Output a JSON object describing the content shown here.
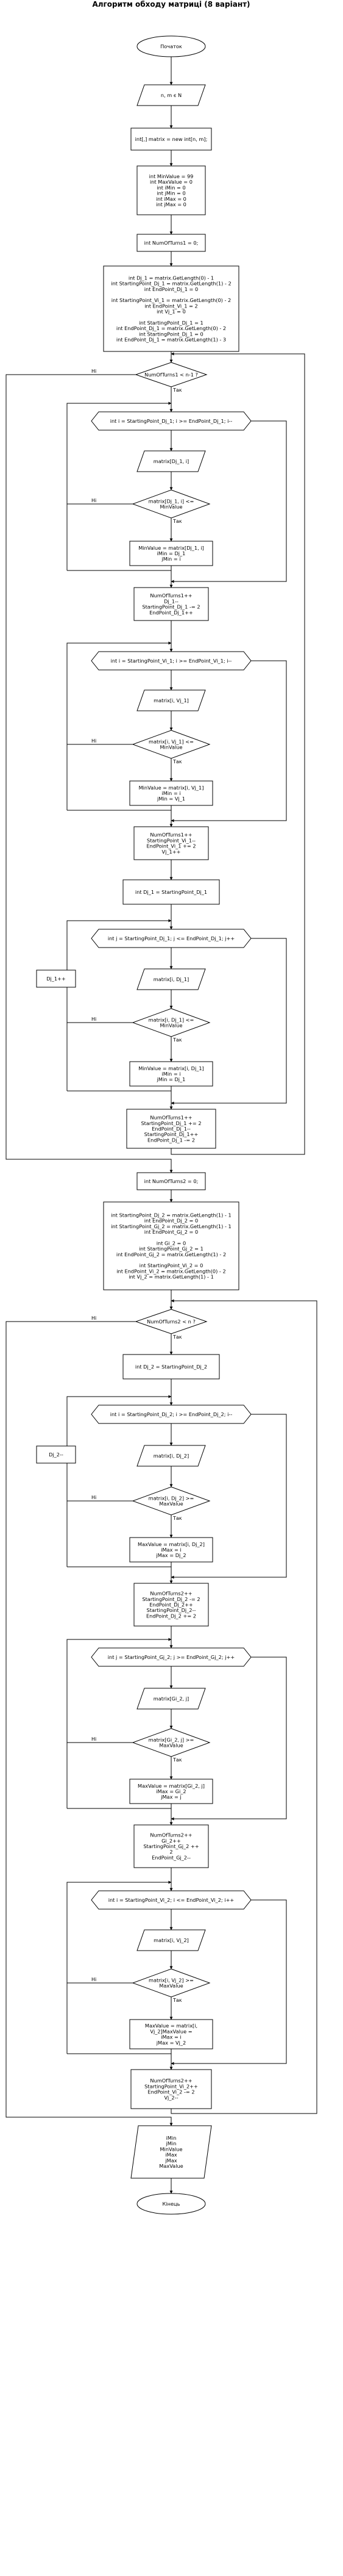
{
  "title": "Алгоритм обходу матриці (8 варіант)",
  "labels": {
    "yes": "Так",
    "no": "Ні"
  },
  "colors": {
    "line": "#000000",
    "fill": "#ffffff",
    "text": "#000000"
  },
  "nodes": [
    {
      "id": "start",
      "shape": "terminal",
      "lines": [
        "Початок"
      ]
    },
    {
      "id": "in_nm",
      "shape": "io",
      "lines": [
        "n, m є N"
      ]
    },
    {
      "id": "init_matrix",
      "shape": "process",
      "lines": [
        "int[,] matrix = new int[n, m];"
      ]
    },
    {
      "id": "init_min",
      "shape": "process",
      "lines": [
        "int MinValue = 99",
        "int MaxValue = 0",
        "int iMin = 0",
        "int jMin = 0",
        "int iMax = 0",
        "int jMax = 0"
      ]
    },
    {
      "id": "init_turns1",
      "shape": "process",
      "lines": [
        "int NumOfTurns1 = 0;"
      ]
    },
    {
      "id": "init_points1",
      "shape": "process",
      "lines": [
        "int Dj_1 = matrix.GetLength(0) - 1",
        "int StartingPoint_Dj_1 = matrix.GetLength(1) - 2",
        "int EndPoint_Dj_1 = 0",
        "",
        "int StartingPoint_Vi_1 = matrix.GetLength(0) - 2",
        "int EndPoint_Vi_1 = 2",
        "int Vj_1 = 0",
        "",
        "int StartingPoint_Dj_1 = 1",
        "int EndPoint_Dj_1 = matrix.GetLength(0) - 2",
        "int StartingPoint_Dj_1 = 0",
        "int EndPoint_Dj_1 = matrix.GetLength(1) - 3"
      ]
    },
    {
      "id": "cond_turns1",
      "shape": "decision",
      "lines": [
        "NumOfTurns1 < n-1 ?"
      ]
    },
    {
      "id": "loop1",
      "shape": "loop",
      "lines": [
        "int i = StartingPoint_Dj_1; i >= EndPoint_Dj_1; i--"
      ]
    },
    {
      "id": "io1",
      "shape": "io",
      "lines": [
        "matrix[Dj_1, i]"
      ]
    },
    {
      "id": "cmp1",
      "shape": "decision",
      "lines": [
        "matrix[Dj_1, i] <=",
        "MinValue"
      ]
    },
    {
      "id": "set1",
      "shape": "process",
      "lines": [
        "MinValue = matrix[Dj_1, i]",
        "iMin = Dj_1",
        "jMin = i"
      ]
    },
    {
      "id": "upd1",
      "shape": "process",
      "lines": [
        "NumOfTurns1++",
        "Dj_1--",
        "StartingPoint_Dj_1 -= 2",
        "EndPoint_Dj_1++"
      ]
    },
    {
      "id": "loop2",
      "shape": "loop",
      "lines": [
        "int i = StartingPoint_Vi_1; i >= EndPoint_Vi_1; i--"
      ]
    },
    {
      "id": "io2",
      "shape": "io",
      "lines": [
        "matrix[i, Vj_1]"
      ]
    },
    {
      "id": "cmp2",
      "shape": "decision",
      "lines": [
        "matrix[i, Vj_1] <=",
        "MinValue"
      ]
    },
    {
      "id": "set2",
      "shape": "process",
      "lines": [
        "MinValue = matrix[i, Vj_1]",
        "iMin = i",
        "jMin = Vj_1"
      ]
    },
    {
      "id": "upd2",
      "shape": "process",
      "lines": [
        "NumOfTurns1++",
        "StartingPoint_Vi_1--",
        "EndPoint_Vi_1 += 2",
        "Vj_1++"
      ]
    },
    {
      "id": "di_assign",
      "shape": "process",
      "lines": [
        "int Dj_1 = StartingPoint_Dj_1"
      ]
    },
    {
      "id": "loop3",
      "shape": "loop",
      "lines": [
        "int j = StartingPoint_Dj_1; j <= EndPoint_Dj_1; j++"
      ]
    },
    {
      "id": "side3",
      "shape": "process",
      "lines": [
        "Dj_1++"
      ]
    },
    {
      "id": "io3",
      "shape": "io",
      "lines": [
        "matrix[i, Dj_1]"
      ]
    },
    {
      "id": "cmp3",
      "shape": "decision",
      "lines": [
        "matrix[i, Dj_1] <=",
        "MinValue"
      ]
    },
    {
      "id": "set3",
      "shape": "process",
      "lines": [
        "MinValue = matrix[i, Dj_1]",
        "iMin = i",
        "jMin = Dj_1"
      ]
    },
    {
      "id": "upd3",
      "shape": "process",
      "lines": [
        "NumOfTurns1++",
        "StartingPoint_Dj_1 += 2",
        "EndPoint_Dj_1--",
        "StartingPoint_Dj_1++",
        "EndPoint_Dj_1 -= 2"
      ]
    },
    {
      "id": "init_turns2",
      "shape": "process",
      "lines": [
        "int NumOfTurns2 = 0;"
      ]
    },
    {
      "id": "init_points2",
      "shape": "process",
      "lines": [
        "int StartingPoint_Dj_2 = matrix.GetLength(1) - 1",
        "int EndPoint_Dj_2 = 0",
        "int StartingPoint_Gj_2 = matrix.GetLength(1) - 1",
        "int EndPoint_Gj_2 = 0",
        "",
        "int Gi_2 = 0",
        "int StartingPoint_Gj_2 = 1",
        "int EndPoint_Gj_2 = matrix.GetLength(1) - 2",
        "",
        "int StartingPoint_Vi_2 = 0",
        "int EndPoint_Vi_2 = matrix.GetLength(0) - 2",
        "int Vj_2 = matrix.GetLength(1) - 1"
      ]
    },
    {
      "id": "cond_turns2",
      "shape": "decision",
      "lines": [
        "NumOfTurns2 < n ?"
      ]
    },
    {
      "id": "dj2_assign",
      "shape": "process",
      "lines": [
        "int Dj_2 = StartingPoint_Dj_2"
      ]
    },
    {
      "id": "loop4",
      "shape": "loop",
      "lines": [
        "int i = StartingPoint_Dj_2; i >= EndPoint_Dj_2; i--"
      ]
    },
    {
      "id": "side4",
      "shape": "process",
      "lines": [
        "Dj_2--"
      ]
    },
    {
      "id": "io4",
      "shape": "io",
      "lines": [
        "matrix[i, Dj_2]"
      ]
    },
    {
      "id": "cmp4",
      "shape": "decision",
      "lines": [
        "matrix[i, Dj_2] >=",
        "MaxValue"
      ]
    },
    {
      "id": "set4",
      "shape": "process",
      "lines": [
        "MaxValue = matrix[i, Dj_2]",
        "iMax = i",
        "jMax = Dj_2"
      ]
    },
    {
      "id": "upd4",
      "shape": "process",
      "lines": [
        "NumOfTurns2++",
        "StartingPoint_Dj_2 -= 2",
        "EndPoint_Dj_2++",
        "StartingPoint_Dj_2--",
        "EndPoint_Dj_2 += 2"
      ]
    },
    {
      "id": "loop5",
      "shape": "loop",
      "lines": [
        "int j = StartingPoint_Gj_2; j >= EndPoint_Gj_2; j++"
      ]
    },
    {
      "id": "io5",
      "shape": "io",
      "lines": [
        "matrix[Gi_2, j]"
      ]
    },
    {
      "id": "cmp5",
      "shape": "decision",
      "lines": [
        "matrix[Gi_2, j] >=",
        "MaxValue"
      ]
    },
    {
      "id": "set5",
      "shape": "process",
      "lines": [
        "MaxValue = matrix[Gi_2, j]",
        "iMax = Gi_2",
        "jMax = j"
      ]
    },
    {
      "id": "upd5",
      "shape": "process",
      "lines": [
        "NumOfTurns2++",
        "Gi_2++",
        "StartingPoint_Gj_2 ++",
        "2",
        "EndPoint_Gj_2--"
      ]
    },
    {
      "id": "loop6",
      "shape": "loop",
      "lines": [
        "int i = StartingPoint_Vi_2; i <= EndPoint_Vi_2; i++"
      ]
    },
    {
      "id": "io6",
      "shape": "io",
      "lines": [
        "matrix[i, Vj_2]"
      ]
    },
    {
      "id": "cmp6",
      "shape": "decision",
      "lines": [
        "matrix[i, Vj_2] >=",
        "MaxValue"
      ]
    },
    {
      "id": "set6",
      "shape": "process",
      "lines": [
        "MaxValue = matrix[i,",
        "Vj_2]MaxValue =",
        "iMax = i",
        "jMax = Vj_2"
      ]
    },
    {
      "id": "upd6",
      "shape": "process",
      "lines": [
        "NumOfTurns2++",
        "StartingPoint_Vi_2++",
        "EndPoint_Vi_2 -= 2",
        "Vj_2--"
      ]
    },
    {
      "id": "out",
      "shape": "io",
      "lines": [
        "iMin",
        "jMin",
        "MinValue",
        "iMax",
        "jMax",
        "MaxValue"
      ]
    },
    {
      "id": "end",
      "shape": "terminal",
      "lines": [
        "Кінець"
      ]
    }
  ]
}
